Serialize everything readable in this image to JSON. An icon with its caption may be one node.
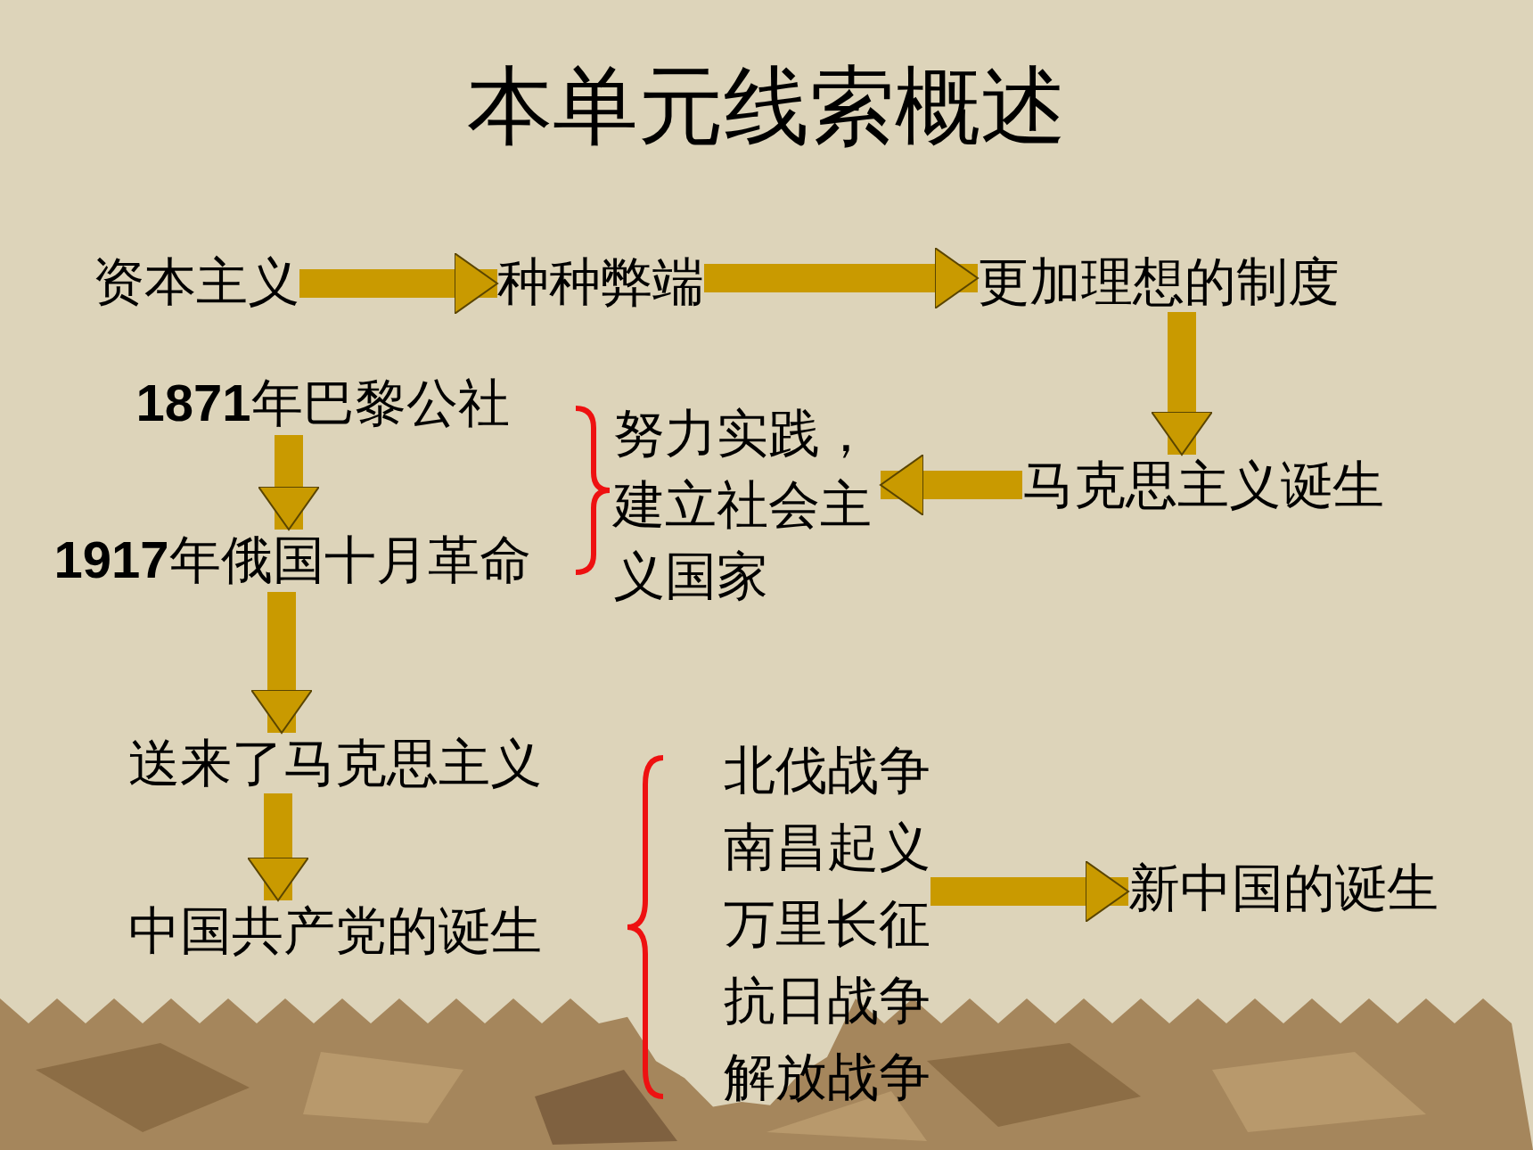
{
  "diagram": {
    "title": "本单元线索概述",
    "nodes": [
      {
        "text": [
          "资本主义"
        ]
      },
      {
        "text": [
          "种种弊端"
        ]
      },
      {
        "text": [
          "更加理想的制度"
        ]
      },
      {
        "text": [
          "马克思主义诞生"
        ]
      },
      {
        "text": [
          "努力实践，建立社会主义国家"
        ]
      },
      {
        "text": [
          "**1871**年巴黎公社"
        ]
      },
      {
        "text": [
          "**1917**年俄国十月革命"
        ]
      },
      {
        "text": [
          "送来了马克思主义"
        ]
      },
      {
        "text": [
          "中国共产党的诞生"
        ]
      },
      {
        "text": [
          "北伐战争",
          "南昌起义",
          "万里长征",
          "抗日战争",
          "解放战争"
        ]
      },
      {
        "text": [
          "新中国的诞生"
        ]
      }
    ],
    "edges": [
      {
        "from": 0,
        "to": 1,
        "arrow": "to"
      },
      {
        "from": 1,
        "to": 2,
        "arrow": "to"
      },
      {
        "from": 2,
        "to": 3,
        "arrow": "to"
      },
      {
        "from": 3,
        "to": 4,
        "arrow": "to"
      },
      {
        "from": 5,
        "to": 6,
        "arrow": "to"
      },
      {
        "from": 6,
        "to": 7,
        "arrow": "to"
      },
      {
        "from": 7,
        "to": 8,
        "arrow": "to"
      },
      {
        "from": 9,
        "to": 10,
        "arrow": "to"
      }
    ]
  }
}
